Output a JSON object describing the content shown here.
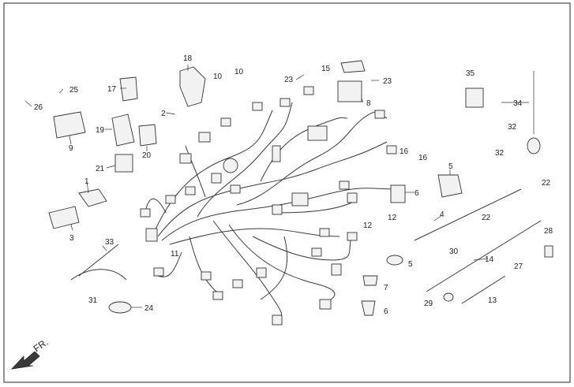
{
  "diagram": {
    "front_label": "FR.",
    "callouts": {
      "p1": "1",
      "p2": "2",
      "p3": "3",
      "p4": "4",
      "p5a": "5",
      "p5b": "5",
      "p6a": "6",
      "p6b": "6",
      "p7": "7",
      "p8": "8",
      "p9": "9",
      "p10a": "10",
      "p10b": "10",
      "p11": "11",
      "p12a": "12",
      "p12b": "12",
      "p13": "13",
      "p14": "14",
      "p15": "15",
      "p16a": "16",
      "p16b": "16",
      "p17": "17",
      "p18": "18",
      "p19": "19",
      "p20": "20",
      "p21": "21",
      "p22a": "22",
      "p22b": "22",
      "p23a": "23",
      "p23b": "23",
      "p24": "24",
      "p25": "25",
      "p26": "26",
      "p27": "27",
      "p28": "28",
      "p29": "29",
      "p30": "30",
      "p31": "31",
      "p32a": "32",
      "p32b": "32",
      "p33": "33",
      "p34": "34",
      "p35": "35"
    }
  }
}
